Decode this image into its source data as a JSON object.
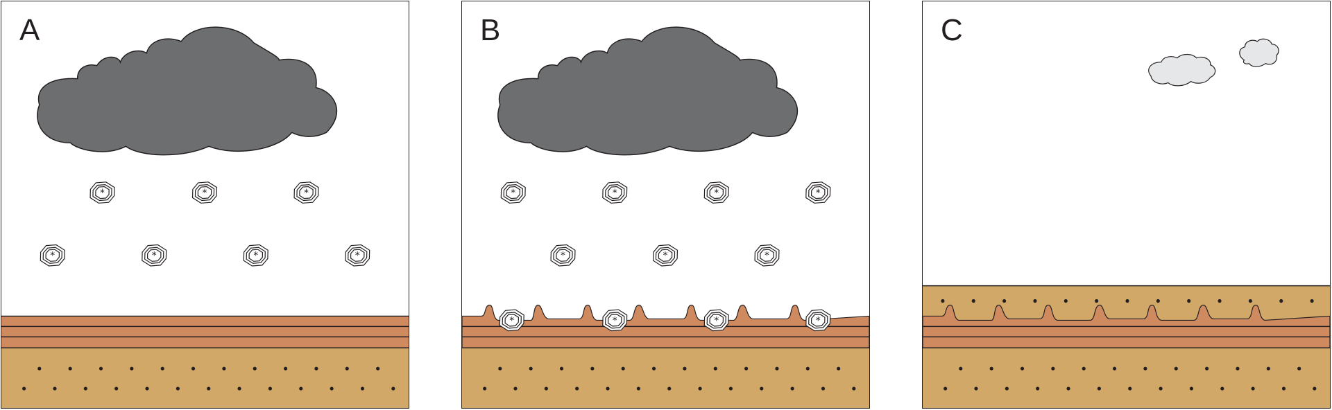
{
  "panels": [
    {
      "label": "A"
    },
    {
      "label": "B"
    },
    {
      "label": "C"
    }
  ],
  "colors": {
    "outline": "#231f20",
    "storm_cloud": "#6d6e70",
    "small_cloud": "#e6e7e8",
    "clay_layer": "#cf8a5f",
    "sand_layer": "#d2a869",
    "sky": "#ffffff"
  },
  "icons": {
    "hailstone": "hailstone-icon",
    "storm_cloud": "storm-cloud-icon",
    "small_cloud": "small-cloud-icon"
  }
}
